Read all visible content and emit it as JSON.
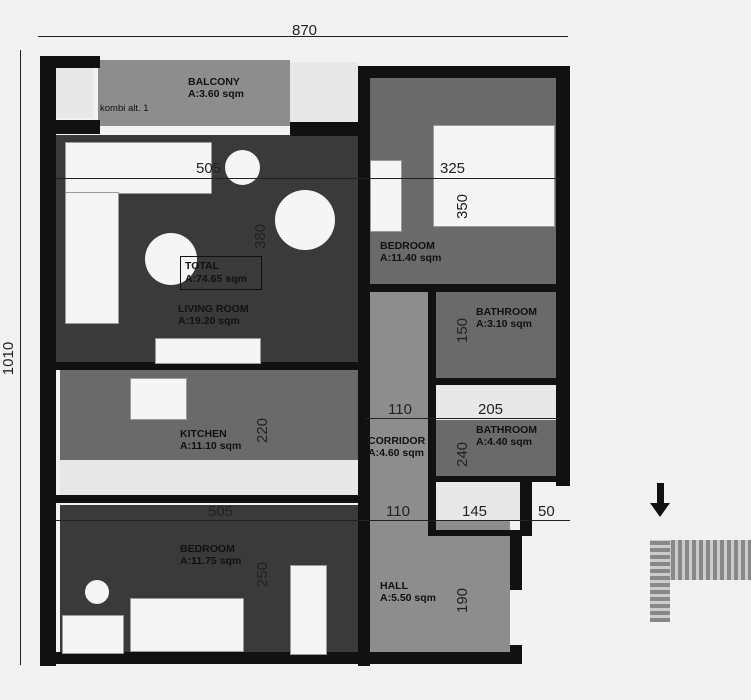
{
  "dimensions": {
    "overall_width": "870",
    "overall_height": "1010",
    "living_width": "505",
    "living_depth": "380",
    "bedroom1_width": "325",
    "bedroom1_depth": "350",
    "bath1_depth": "150",
    "corridor_width_upper": "110",
    "bath2_width": "205",
    "bath2_depth": "240",
    "kitchen_depth": "220",
    "bedroom2_width": "505",
    "corridor_width_lower": "110",
    "hall_width": "145",
    "shaft_width": "50",
    "bedroom2_depth": "250",
    "hall_depth": "190"
  },
  "rooms": {
    "balcony": {
      "name": "BALCONY",
      "area": "A:3.60 sqm",
      "note": "kombi alt. 1"
    },
    "total": {
      "name": "TOTAL",
      "area": "A:74.65 sqm"
    },
    "living_room": {
      "name": "LIVING ROOM",
      "area": "A:19.20 sqm"
    },
    "bedroom1": {
      "name": "BEDROOM",
      "area": "A:11.40 sqm"
    },
    "bathroom1": {
      "name": "BATHROOM",
      "area": "A:3.10 sqm"
    },
    "bathroom2": {
      "name": "BATHROOM",
      "area": "A:4.40 sqm"
    },
    "corridor": {
      "name": "CORRIDOR",
      "area": "A:4.60 sqm"
    },
    "kitchen": {
      "name": "KITCHEN",
      "area": "A:11.10 sqm"
    },
    "bedroom2": {
      "name": "BEDROOM",
      "area": "A:11.75 sqm"
    },
    "hall": {
      "name": "HALL",
      "area": "A:5.50 sqm"
    }
  },
  "key_plan": {
    "arrow_icon": "arrow-down-icon"
  }
}
